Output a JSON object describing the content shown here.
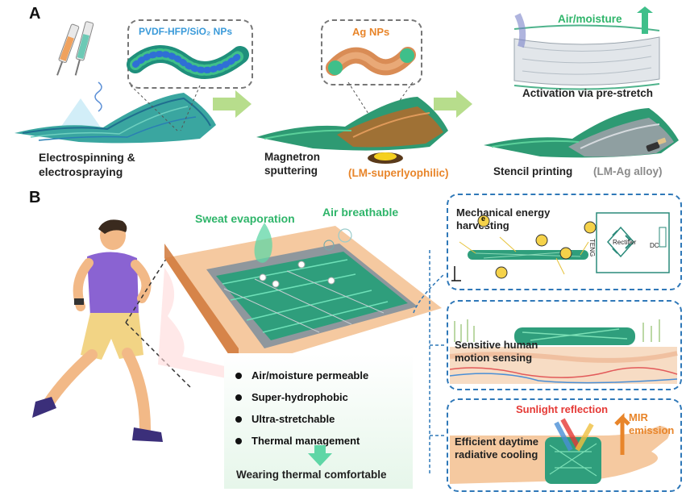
{
  "panelA": {
    "letter": "A",
    "step1_label": "Electrospinning &\nelectrospraying",
    "inset1_label": "PVDF-HFP/SiO₂ NPs",
    "step2_label": "Magnetron\nsputtering",
    "inset2_label": "Ag NPs",
    "step2_note": "(LM-superlyophilic)",
    "step3_top_label": "Air/moisture",
    "step3_caption": "Activation via pre-stretch",
    "step3_label": "Stencil printing",
    "step3_note": "(LM-Ag alloy)"
  },
  "panelB": {
    "letter": "B",
    "sweat_label": "Sweat evaporation",
    "air_label": "Air breathable",
    "properties": [
      "Air/moisture permeable",
      "Super-hydrophobic",
      "Ultra-stretchable",
      "Thermal management"
    ],
    "result": "Wearing thermal comfortable",
    "box1_title": "Mechanical energy\nharvesting",
    "box1_rectifier": "Rectifier",
    "box1_teng": "TENG",
    "box1_dc": "DC",
    "box1_electron": "e",
    "box2_title": "Sensitive human\nmotion sensing",
    "box3_title": "Efficient daytime\nradiative cooling",
    "box3_sun": "Sunlight reflection",
    "box3_mir": "MIR\nemission"
  },
  "colors": {
    "blue_label": "#3a9ad9",
    "orange_label": "#e8852a",
    "green_label": "#2fb56a",
    "red_label": "#e53935",
    "gray_note": "#8a8a8a",
    "arrow_green": "#b7dd8c",
    "dash_blue": "#2f78b8"
  }
}
